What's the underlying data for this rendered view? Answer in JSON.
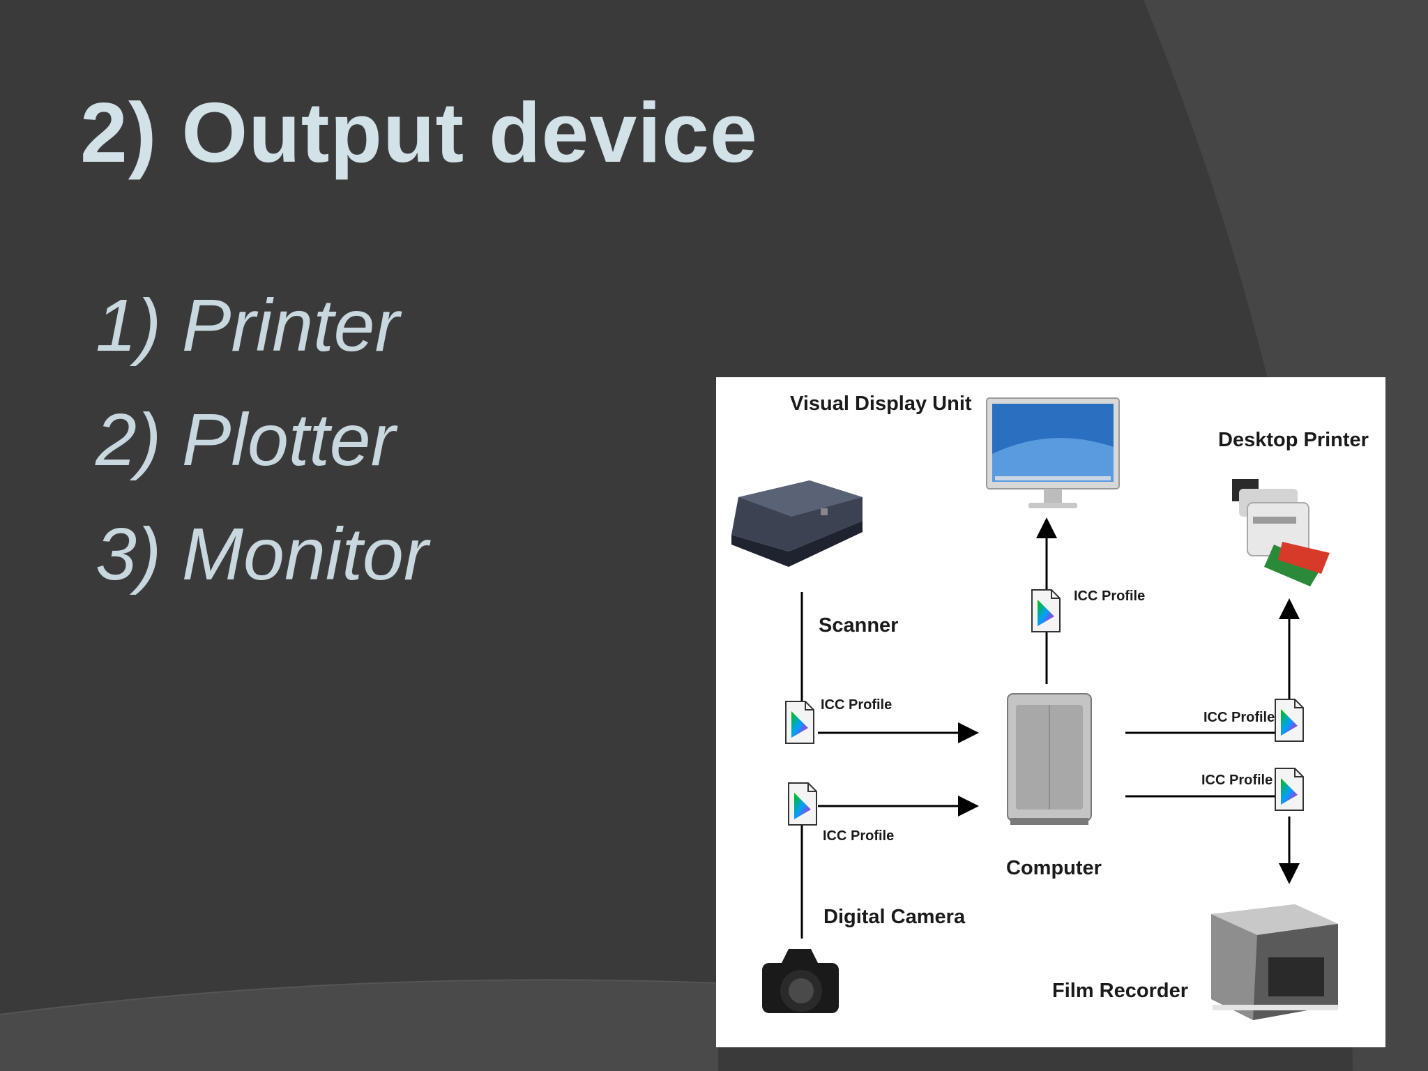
{
  "slide": {
    "title": "2) Output device",
    "items": [
      "1) Printer",
      "2) Plotter",
      "3) Monitor"
    ]
  },
  "diagram": {
    "labels": {
      "visual_display_unit": "Visual Display Unit",
      "desktop_printer": "Desktop Printer",
      "scanner": "Scanner",
      "computer": "Computer",
      "digital_camera": "Digital Camera",
      "film_recorder": "Film Recorder",
      "icc_profile": "ICC Profile"
    }
  },
  "colors": {
    "background": "#3a3a3b",
    "title": "#d3e2e7",
    "list": "#c9d8de",
    "figure_bg": "#ffffff"
  }
}
